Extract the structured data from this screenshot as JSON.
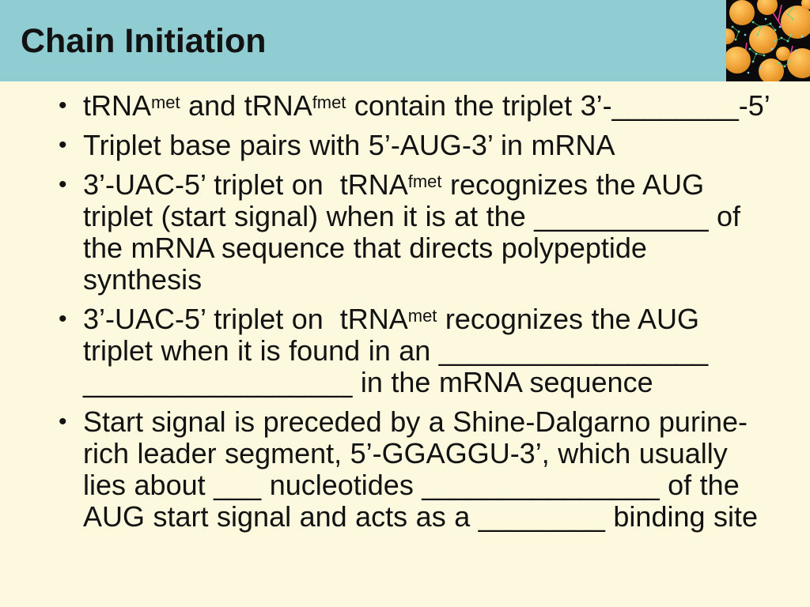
{
  "slide": {
    "title": "Chain Initiation",
    "bullet_glyph": "•",
    "colors": {
      "header_bg": "#8FCDD3",
      "body_bg": "#FCF9DE",
      "text": "#121212"
    },
    "header_image": {
      "name": "molecule-thumbnail",
      "description_colors": {
        "background": "#0A0A0A",
        "spheres": "#EFA02E",
        "sphere_highlight": "#FFCB66",
        "network_green": "#6FD596",
        "lines_magenta": "#F2379E",
        "dots_cyan": "#7FD9EE"
      }
    }
  },
  "bullets": [
    {
      "lines": [
        [
          {
            "t": "tRNA"
          },
          {
            "sup": "met"
          },
          {
            "t": " and tRNA"
          },
          {
            "sup": "fmet"
          },
          {
            "t": " contain the triplet 3’-"
          },
          {
            "u": 8
          },
          {
            "t": "-5’"
          }
        ]
      ]
    },
    {
      "lines": [
        [
          {
            "t": "Triplet base pairs with 5’-AUG-3’ in mRNA"
          }
        ]
      ]
    },
    {
      "lines": [
        [
          {
            "t": "3’-UAC-5’ triplet on  tRNA"
          },
          {
            "sup": "fmet"
          },
          {
            "t": " recognizes the AUG"
          }
        ],
        [
          {
            "t": "triplet (start signal) when it is at the "
          },
          {
            "u": 11
          },
          {
            "t": " of"
          }
        ],
        [
          {
            "t": "the mRNA sequence that directs polypeptide"
          }
        ],
        [
          {
            "t": "synthesis"
          }
        ]
      ]
    },
    {
      "lines": [
        [
          {
            "t": "3’-UAC-5’ triplet on  tRNA"
          },
          {
            "sup": "met"
          },
          {
            "t": " recognizes the AUG"
          }
        ],
        [
          {
            "t": "triplet when it is found in an "
          },
          {
            "u": 17
          }
        ],
        [
          {
            "u": 17
          },
          {
            "t": " in the mRNA sequence"
          }
        ]
      ]
    },
    {
      "lines": [
        [
          {
            "t": "Start signal is preceded by a Shine-Dalgarno purine-"
          }
        ],
        [
          {
            "t": "rich leader segment, 5’-GGAGGU-3’, which usually"
          }
        ],
        [
          {
            "t": "lies about "
          },
          {
            "u": 3
          },
          {
            "t": " nucleotides "
          },
          {
            "u": 15
          },
          {
            "t": " of the"
          }
        ],
        [
          {
            "t": "AUG start signal and acts as a "
          },
          {
            "u": 8
          },
          {
            "t": " binding site"
          }
        ]
      ]
    }
  ]
}
